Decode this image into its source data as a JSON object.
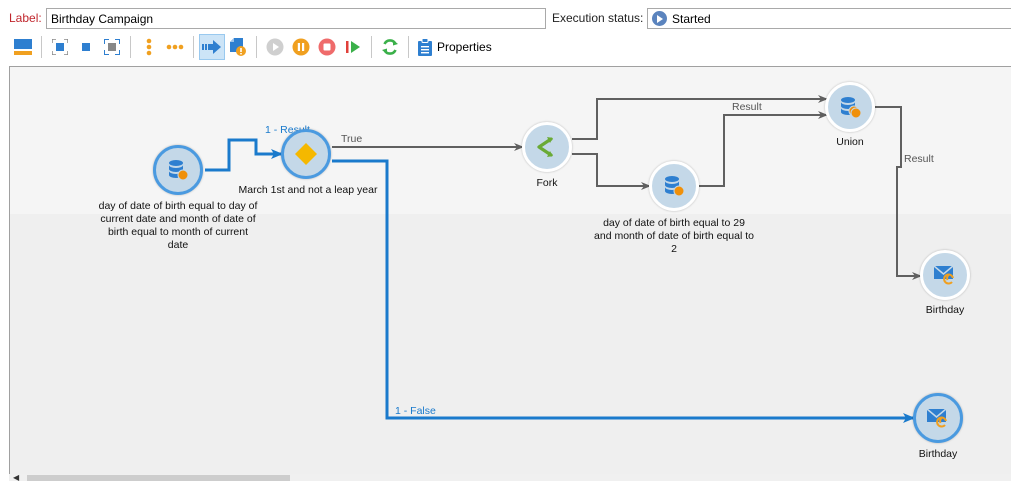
{
  "header": {
    "label_caption": "Label:",
    "label_value": "Birthday Campaign",
    "exec_status_caption": "Execution status:",
    "exec_status_value": "Started",
    "exec_status_icon": "play-circle-icon"
  },
  "toolbar": {
    "items": [
      {
        "name": "layout-toggle-button",
        "icon": "panel-layout-icon"
      },
      {
        "name": "zoom-fit-button",
        "icon": "fit-selection-icon"
      },
      {
        "name": "zoom-actual-button",
        "icon": "actual-size-icon"
      },
      {
        "name": "zoom-page-button",
        "icon": "fit-page-icon"
      },
      {
        "name": "vertical-layout-button",
        "icon": "vertical-dots-icon"
      },
      {
        "name": "horizontal-layout-button",
        "icon": "horizontal-dots-icon"
      },
      {
        "name": "show-transitions-button",
        "icon": "arrow-right-icon",
        "active": true
      },
      {
        "name": "audit-button",
        "icon": "document-warning-icon"
      },
      {
        "name": "start-button",
        "icon": "play-icon",
        "disabled": true
      },
      {
        "name": "pause-button",
        "icon": "pause-icon"
      },
      {
        "name": "stop-button",
        "icon": "stop-icon"
      },
      {
        "name": "unconditional-stop-button",
        "icon": "step-play-icon"
      },
      {
        "name": "refresh-button",
        "icon": "refresh-icon"
      }
    ],
    "properties_label": "Properties",
    "properties_icon": "clipboard-icon"
  },
  "colors": {
    "accent_blue": "#1a7acc",
    "link_gray": "#606060",
    "node_fill": "#c4d8e8",
    "label_red": "#c0262d",
    "pause_orange": "#f0a020",
    "stop_red": "#ef6b6b",
    "refresh_green": "#3bb04a"
  },
  "workflow": {
    "nodes": [
      {
        "id": "query1",
        "icon": "database-query-icon",
        "label": "day of date of birth equal to day of current date and month of date of birth equal to month of current date",
        "selected": true
      },
      {
        "id": "test",
        "icon": "diamond-test-icon",
        "label": "March 1st and not a leap year",
        "selected": true
      },
      {
        "id": "fork",
        "icon": "fork-icon",
        "label": "Fork"
      },
      {
        "id": "query2",
        "icon": "database-query-icon",
        "label": "day of date of birth equal to 29 and month of date of birth equal to 2"
      },
      {
        "id": "union",
        "icon": "database-union-icon",
        "label": "Union"
      },
      {
        "id": "delivery1",
        "icon": "email-delivery-icon",
        "label": "Birthday"
      },
      {
        "id": "delivery2",
        "icon": "email-delivery-icon",
        "label": "Birthday",
        "selected": true
      }
    ],
    "transitions": [
      {
        "from": "query1",
        "to": "test",
        "label": "1 - Result",
        "highlighted": true
      },
      {
        "from": "test",
        "to": "fork",
        "label": "True"
      },
      {
        "from": "test",
        "to": "delivery2",
        "label": "1 - False",
        "highlighted": true
      },
      {
        "from": "fork",
        "to": "union",
        "label": ""
      },
      {
        "from": "fork",
        "to": "query2",
        "label": ""
      },
      {
        "from": "query2",
        "to": "union",
        "label": "Result"
      },
      {
        "from": "union",
        "to": "delivery1",
        "label": "Result"
      }
    ]
  }
}
